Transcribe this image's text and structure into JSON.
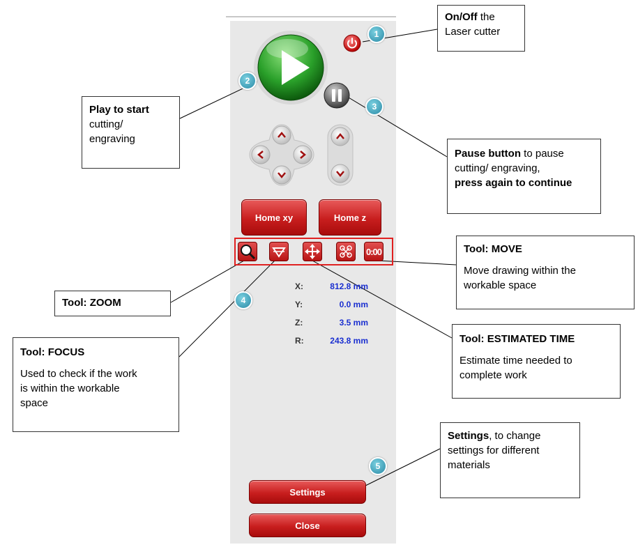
{
  "panel": {
    "home_xy_label": "Home xy",
    "home_z_label": "Home z",
    "settings_label": "Settings",
    "close_label": "Close",
    "time_tool_label": "0:00",
    "coordinates": [
      {
        "axis": "X:",
        "value": "812.8 mm"
      },
      {
        "axis": "Y:",
        "value": "0.0 mm"
      },
      {
        "axis": "Z:",
        "value": "3.5 mm"
      },
      {
        "axis": "R:",
        "value": "243.8 mm"
      }
    ],
    "icons": [
      "power-icon",
      "play-icon",
      "pause-icon",
      "arrow-up-icon",
      "arrow-down-icon",
      "arrow-left-icon",
      "arrow-right-icon",
      "zoom-icon",
      "focus-icon",
      "move-icon",
      "route-icon",
      "timer-icon"
    ]
  },
  "badges": [
    "1",
    "2",
    "3",
    "4",
    "5"
  ],
  "callouts": {
    "onoff": {
      "bold": "On/Off",
      "rest": " the",
      "line2": "Laser cutter"
    },
    "play": {
      "bold": "Play to start",
      "line2": "cutting/",
      "line3": "engraving"
    },
    "pause": {
      "bold": "Pause button",
      "rest": " to pause",
      "line2": "cutting/ engraving,",
      "line3": "press again to continue"
    },
    "move": {
      "title": "Tool: MOVE",
      "line1": "Move drawing within the",
      "line2": "workable space"
    },
    "zoom": {
      "title": "Tool: ZOOM"
    },
    "focus": {
      "title": "Tool: FOCUS",
      "line1": "Used to check if the work",
      "line2": "is within the workable",
      "line3": "space"
    },
    "time": {
      "title": "Tool: ESTIMATED TIME",
      "line1": "Estimate time needed to",
      "line2": "complete work"
    },
    "settings": {
      "bold": "Settings",
      "rest": ", to change",
      "line2": "settings for different",
      "line3": "materials"
    }
  },
  "colors": {
    "accent_red": "#c81e1e",
    "play_green": "#2aa02a",
    "coord_blue": "#1a2fd0",
    "badge_teal": "#2b8aa6"
  }
}
